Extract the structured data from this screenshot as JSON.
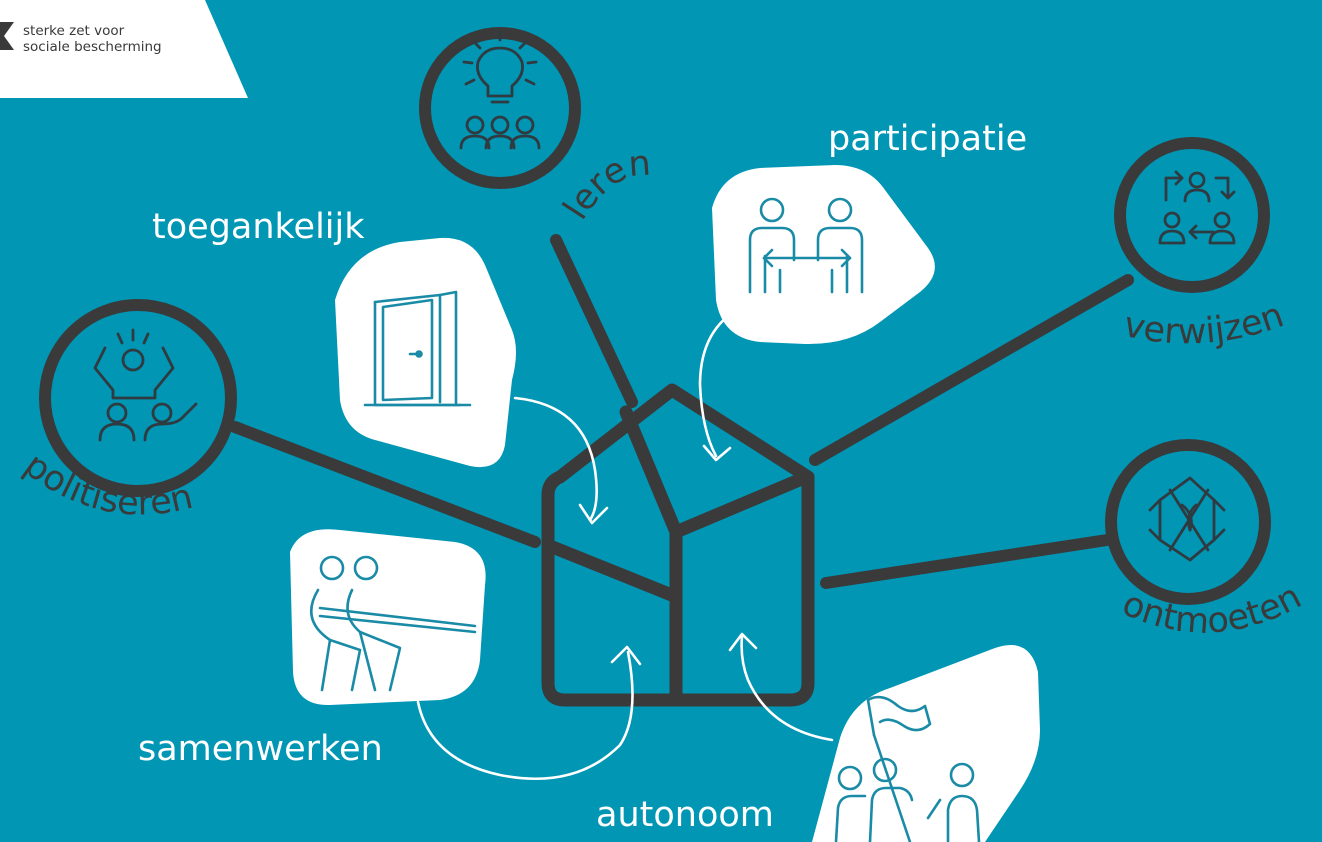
{
  "logo": {
    "line1": "sterke zet voor",
    "line2": "sociale bescherming"
  },
  "labels": {
    "toegankelijk": "toegankelijk",
    "participatie": "participatie",
    "samenwerken": "samenwerken",
    "autonoom": "autonoom"
  },
  "circles": {
    "leren": "leren",
    "verwijzen": "verwijzen",
    "politiseren": "politiseren",
    "ontmoeten": "ontmoeten"
  },
  "colors": {
    "background": "#0096b4",
    "dark": "#3a3a3a",
    "icon_line": "#1a8ba6",
    "white": "#ffffff"
  },
  "icons": {
    "leren": "lightbulb-group-icon",
    "verwijzen": "referral-icon",
    "politiseren": "raised-arms-icon",
    "ontmoeten": "hands-together-icon",
    "toegankelijk": "open-door-icon",
    "participatie": "exchange-people-icon",
    "samenwerken": "tug-of-war-icon",
    "autonoom": "flag-group-icon"
  }
}
